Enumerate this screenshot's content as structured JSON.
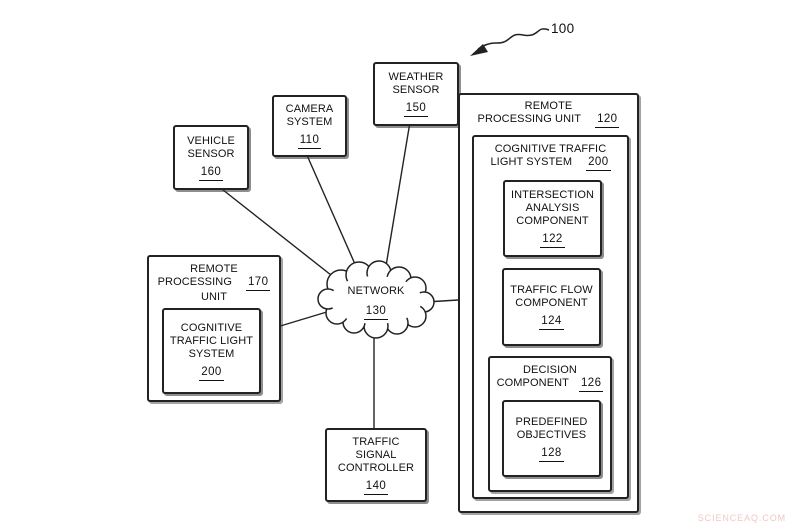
{
  "figure": {
    "ref": "100",
    "watermark": "SCIENCEAQ.COM"
  },
  "colors": {
    "line": "#222222",
    "text": "#111111",
    "background": "#ffffff",
    "watermark": "#f0c9c5"
  },
  "nodes": {
    "weather_sensor": {
      "name": "WEATHER\nSENSOR",
      "ref": "150"
    },
    "camera_system": {
      "name": "CAMERA\nSYSTEM",
      "ref": "110"
    },
    "vehicle_sensor": {
      "name": "VEHICLE\nSENSOR",
      "ref": "160"
    },
    "network": {
      "name": "NETWORK",
      "ref": "130"
    },
    "traffic_signal_controller": {
      "name": "TRAFFIC\nSIGNAL\nCONTROLLER",
      "ref": "140"
    },
    "rpu_left": {
      "line1": "REMOTE",
      "line2": "PROCESSING",
      "line3": "UNIT",
      "ref": "170"
    },
    "cts_left": {
      "name": "COGNITIVE\nTRAFFIC LIGHT\nSYSTEM",
      "ref": "200"
    },
    "rpu_right": {
      "line1": "REMOTE",
      "line2": "PROCESSING UNIT",
      "ref": "120"
    },
    "cts_right": {
      "line1": "COGNITIVE TRAFFIC",
      "line2": "LIGHT SYSTEM",
      "ref": "200"
    },
    "intersection_analysis": {
      "name": "INTERSECTION\nANALYSIS\nCOMPONENT",
      "ref": "122"
    },
    "traffic_flow": {
      "name": "TRAFFIC FLOW\nCOMPONENT",
      "ref": "124"
    },
    "decision": {
      "line1": "DECISION",
      "line2": "COMPONENT",
      "ref": "126"
    },
    "predefined_objectives": {
      "name": "PREDEFINED\nOBJECTIVES",
      "ref": "128"
    }
  }
}
